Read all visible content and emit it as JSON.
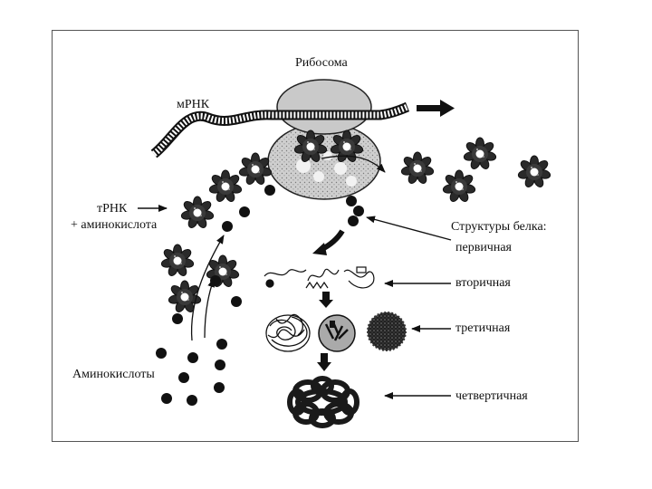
{
  "labels": {
    "ribosome": "Рибосома",
    "mrna": "мРНК",
    "trna_line1": "тРНК",
    "trna_line2": "+ аминокислота",
    "amino_acids": "Аминокислоты",
    "protein_structures": "Структуры белка:",
    "primary": "первичная",
    "secondary": "вторичная",
    "tertiary": "третичная",
    "quaternary": "четвертичная"
  },
  "colors": {
    "ink": "#111111",
    "ribosome_fill": "#c9c9c9",
    "frame": "#555555"
  }
}
